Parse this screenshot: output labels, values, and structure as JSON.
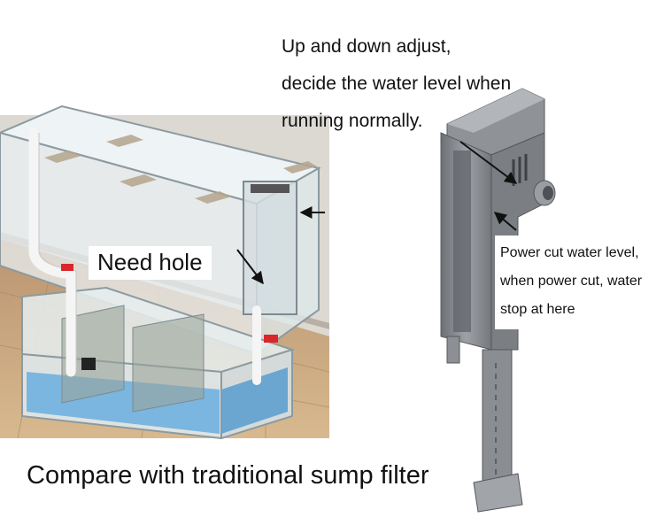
{
  "annotations": {
    "adjust_note": {
      "lines": [
        "Up and down adjust,",
        "decide the water level when",
        "running normally."
      ]
    },
    "need_hole": "Need hole",
    "power_cut_note": {
      "lines": [
        "Power cut water level,",
        "when power cut, water",
        "stop at here"
      ]
    },
    "caption": "Compare with traditional sump filter"
  },
  "colors": {
    "floor": "#c9a57e",
    "wall": "#d9d6d0",
    "glass_edge": "#8c9aa0",
    "sump_water": "#7ab6e0",
    "filter_body": "#8a8d92",
    "filter_dark": "#5d6065",
    "pipe": "#f5f5f5",
    "valve": "#d8262a",
    "arrow": "#111111"
  },
  "icons": [
    "aquarium-tank-illustration",
    "hang-on-back-filter-illustration",
    "pointer-arrow-icon"
  ]
}
